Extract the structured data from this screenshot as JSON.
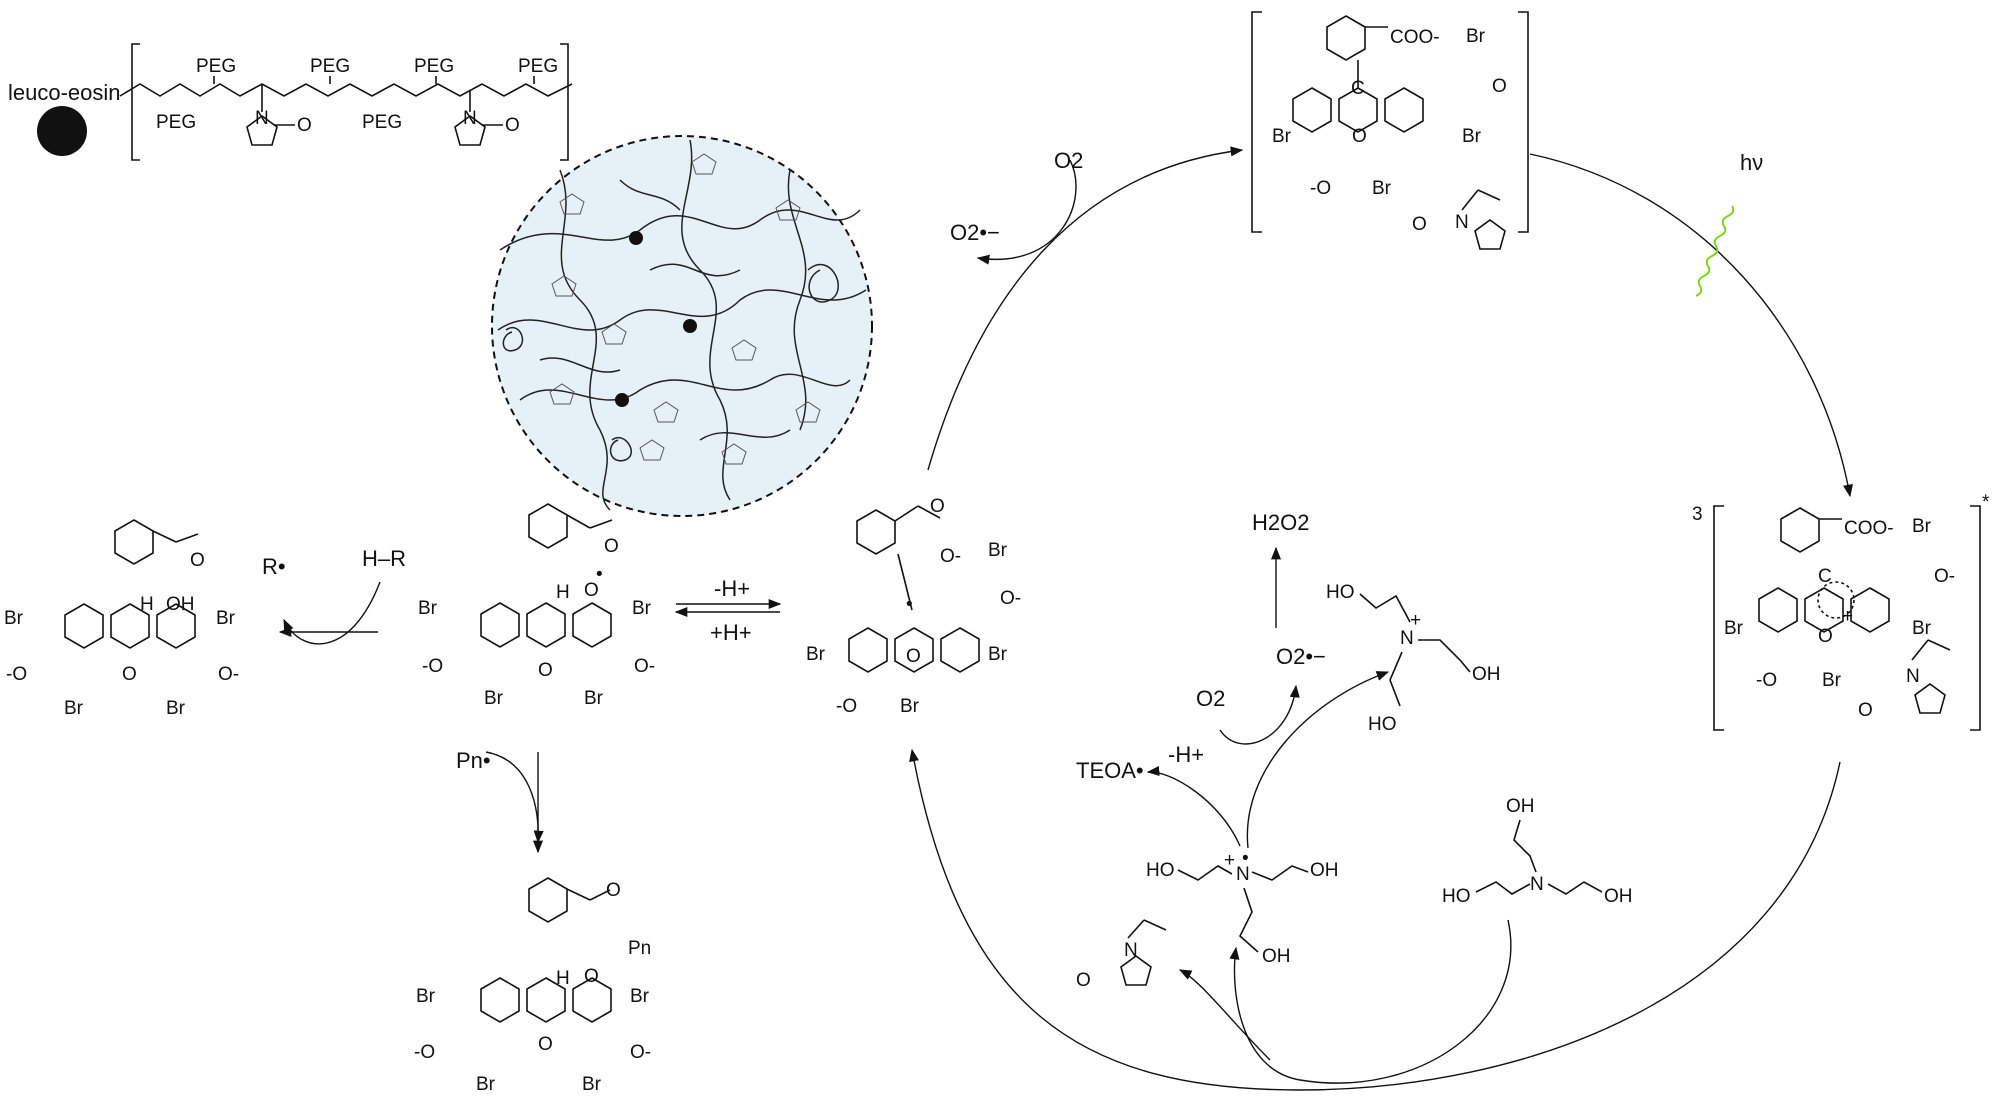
{
  "polymer": {
    "label": "leuco-eosin",
    "peg": "PEG",
    "n": "N",
    "o": "O"
  },
  "atoms": {
    "br": "Br",
    "o_minus": "-O",
    "o_minus_right": "O-",
    "h": "H",
    "c": "C",
    "o": "O",
    "n": "N",
    "coo_minus": "COO-",
    "oh": "OH",
    "ho": "HO",
    "pn": "Pn",
    "plus": "+",
    "dot": "•"
  },
  "labels": {
    "o2_top": "O2",
    "superoxide_top": "O2•−",
    "hv": "hν",
    "triplet": "3",
    "excited_mark": "*",
    "h2o2": "H2O2",
    "o2_bottom": "O2",
    "superoxide_bottom": "O2•−",
    "teoa_radical": "TEOA•",
    "minus_h": "-H+",
    "minus_h_eq": "-H+",
    "plus_h_eq": "+H+",
    "r_radical": "R•",
    "h_r": "H–R",
    "pn_radical": "Pn•"
  },
  "colors": {
    "circle_fill": "#e6f1f7",
    "hv_wave": "#7ed321",
    "ink": "#111111"
  }
}
